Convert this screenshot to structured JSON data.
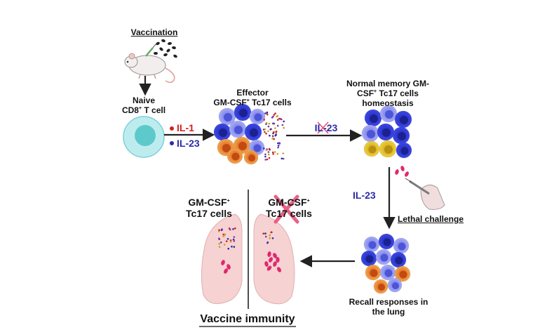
{
  "labels": {
    "vaccination": "Vaccination",
    "naive_line1": "Naive",
    "naive_line2_pre": "CD8",
    "naive_line2_sup": "+",
    "naive_line2_post": " T cell",
    "effector_line1": "Effector",
    "effector_line2_pre": "GM-CSF",
    "effector_line2_sup": "+",
    "effector_line2_post": " Tc17 cells",
    "memory_line1": "Normal memory GM-",
    "memory_line2_pre": "CSF",
    "memory_line2_sup": "+",
    "memory_line2_post": " Tc17 cells",
    "memory_line3": "homeostasis",
    "il1": "IL-1",
    "il23_a": "IL-23",
    "il23_b": "IL-23",
    "il23_c": "IL-23",
    "lethal": "Lethal challenge",
    "recall_line1": "Recall responses in",
    "recall_line2": "the lung",
    "lung_left_line1_pre": "GM-CSF",
    "lung_left_line1_sup": "+",
    "lung_left_line2": "Tc17 cells",
    "lung_right_line1_pre": "GM-CSF",
    "lung_right_line1_sup": "+",
    "lung_right_line2": "Tc17 cells",
    "vaccine_immunity": "Vaccine immunity"
  },
  "icons": [
    "mouse-icon",
    "yeast-icon",
    "syringe-icon",
    "naive-t-cell-icon",
    "cell-cluster-icon",
    "lung-icon",
    "blocked-x-icon",
    "arrow-icon"
  ],
  "colors": {
    "il1": "#d42020",
    "il23": "#2a2aa8",
    "cell_blue_dark": "#2f3ad8",
    "cell_blue_light": "#8d93f0",
    "cell_orange": "#f0962e",
    "cell_yellow": "#e8c21e",
    "naive_cell": "#8fe0e4",
    "lung": "#f6d2d2",
    "block_x": "#e8507a",
    "fungi": "#e0286e"
  }
}
